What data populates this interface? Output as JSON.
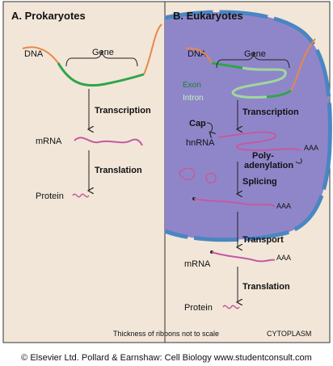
{
  "panels": {
    "prokaryotes": {
      "title": "A. Prokaryotes",
      "labels": {
        "dna": "DNA",
        "gene": "Gene",
        "transcription": "Transcription",
        "mrna": "mRNA",
        "translation": "Translation",
        "protein": "Protein"
      }
    },
    "eukaryotes": {
      "title": "B. Eukaryotes",
      "labels": {
        "dna": "DNA",
        "gene": "Gene",
        "exon": "Exon",
        "intron": "Intron",
        "transcription": "Transcription",
        "cap": "Cap",
        "hnrna": "hnRNA",
        "poly_line1": "Poly-",
        "poly_line2": "adenylation",
        "aaa1": "AAA",
        "splicing": "Splicing",
        "aaa2": "AAA",
        "transport": "Transport",
        "mrna": "mRNA",
        "aaa3": "AAA",
        "translation": "Translation",
        "protein": "Protein"
      }
    }
  },
  "notes": {
    "ribbon_note": "Thickness of ribbons not to scale",
    "cytoplasm": "CYTOPLASM"
  },
  "footer": "© Elsevier Ltd. Pollard & Earnshaw: Cell Biology www.studentconsult.com",
  "colors": {
    "panel_bg": "#f2e6d8",
    "nucleus_fill": "#8f86c9",
    "nuclear_envelope": "#4a86c2",
    "dna_strand": "#e8884a",
    "exon": "#2fa54a",
    "intron": "#9fd89c",
    "rna": "#c55aa0"
  }
}
